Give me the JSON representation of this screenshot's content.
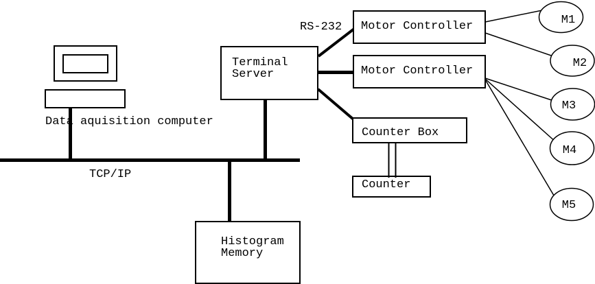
{
  "diagram": {
    "labels": {
      "computer": "Data aquisition computer",
      "bus": "TCP/IP",
      "serial": "RS-232"
    },
    "nodes": {
      "terminal_server": {
        "line1": "Terminal",
        "line2": "Server"
      },
      "motor_controller_1": "Motor Controller",
      "motor_controller_2": "Motor Controller",
      "counter_box": "Counter Box",
      "counter": "Counter",
      "histogram_memory": {
        "line1": "Histogram",
        "line2": "Memory"
      },
      "motors": [
        "M1",
        "M2",
        "M3",
        "M4",
        "M5"
      ]
    },
    "colors": {
      "line": "#000000",
      "background": "#ffffff",
      "text": "#000000"
    }
  }
}
